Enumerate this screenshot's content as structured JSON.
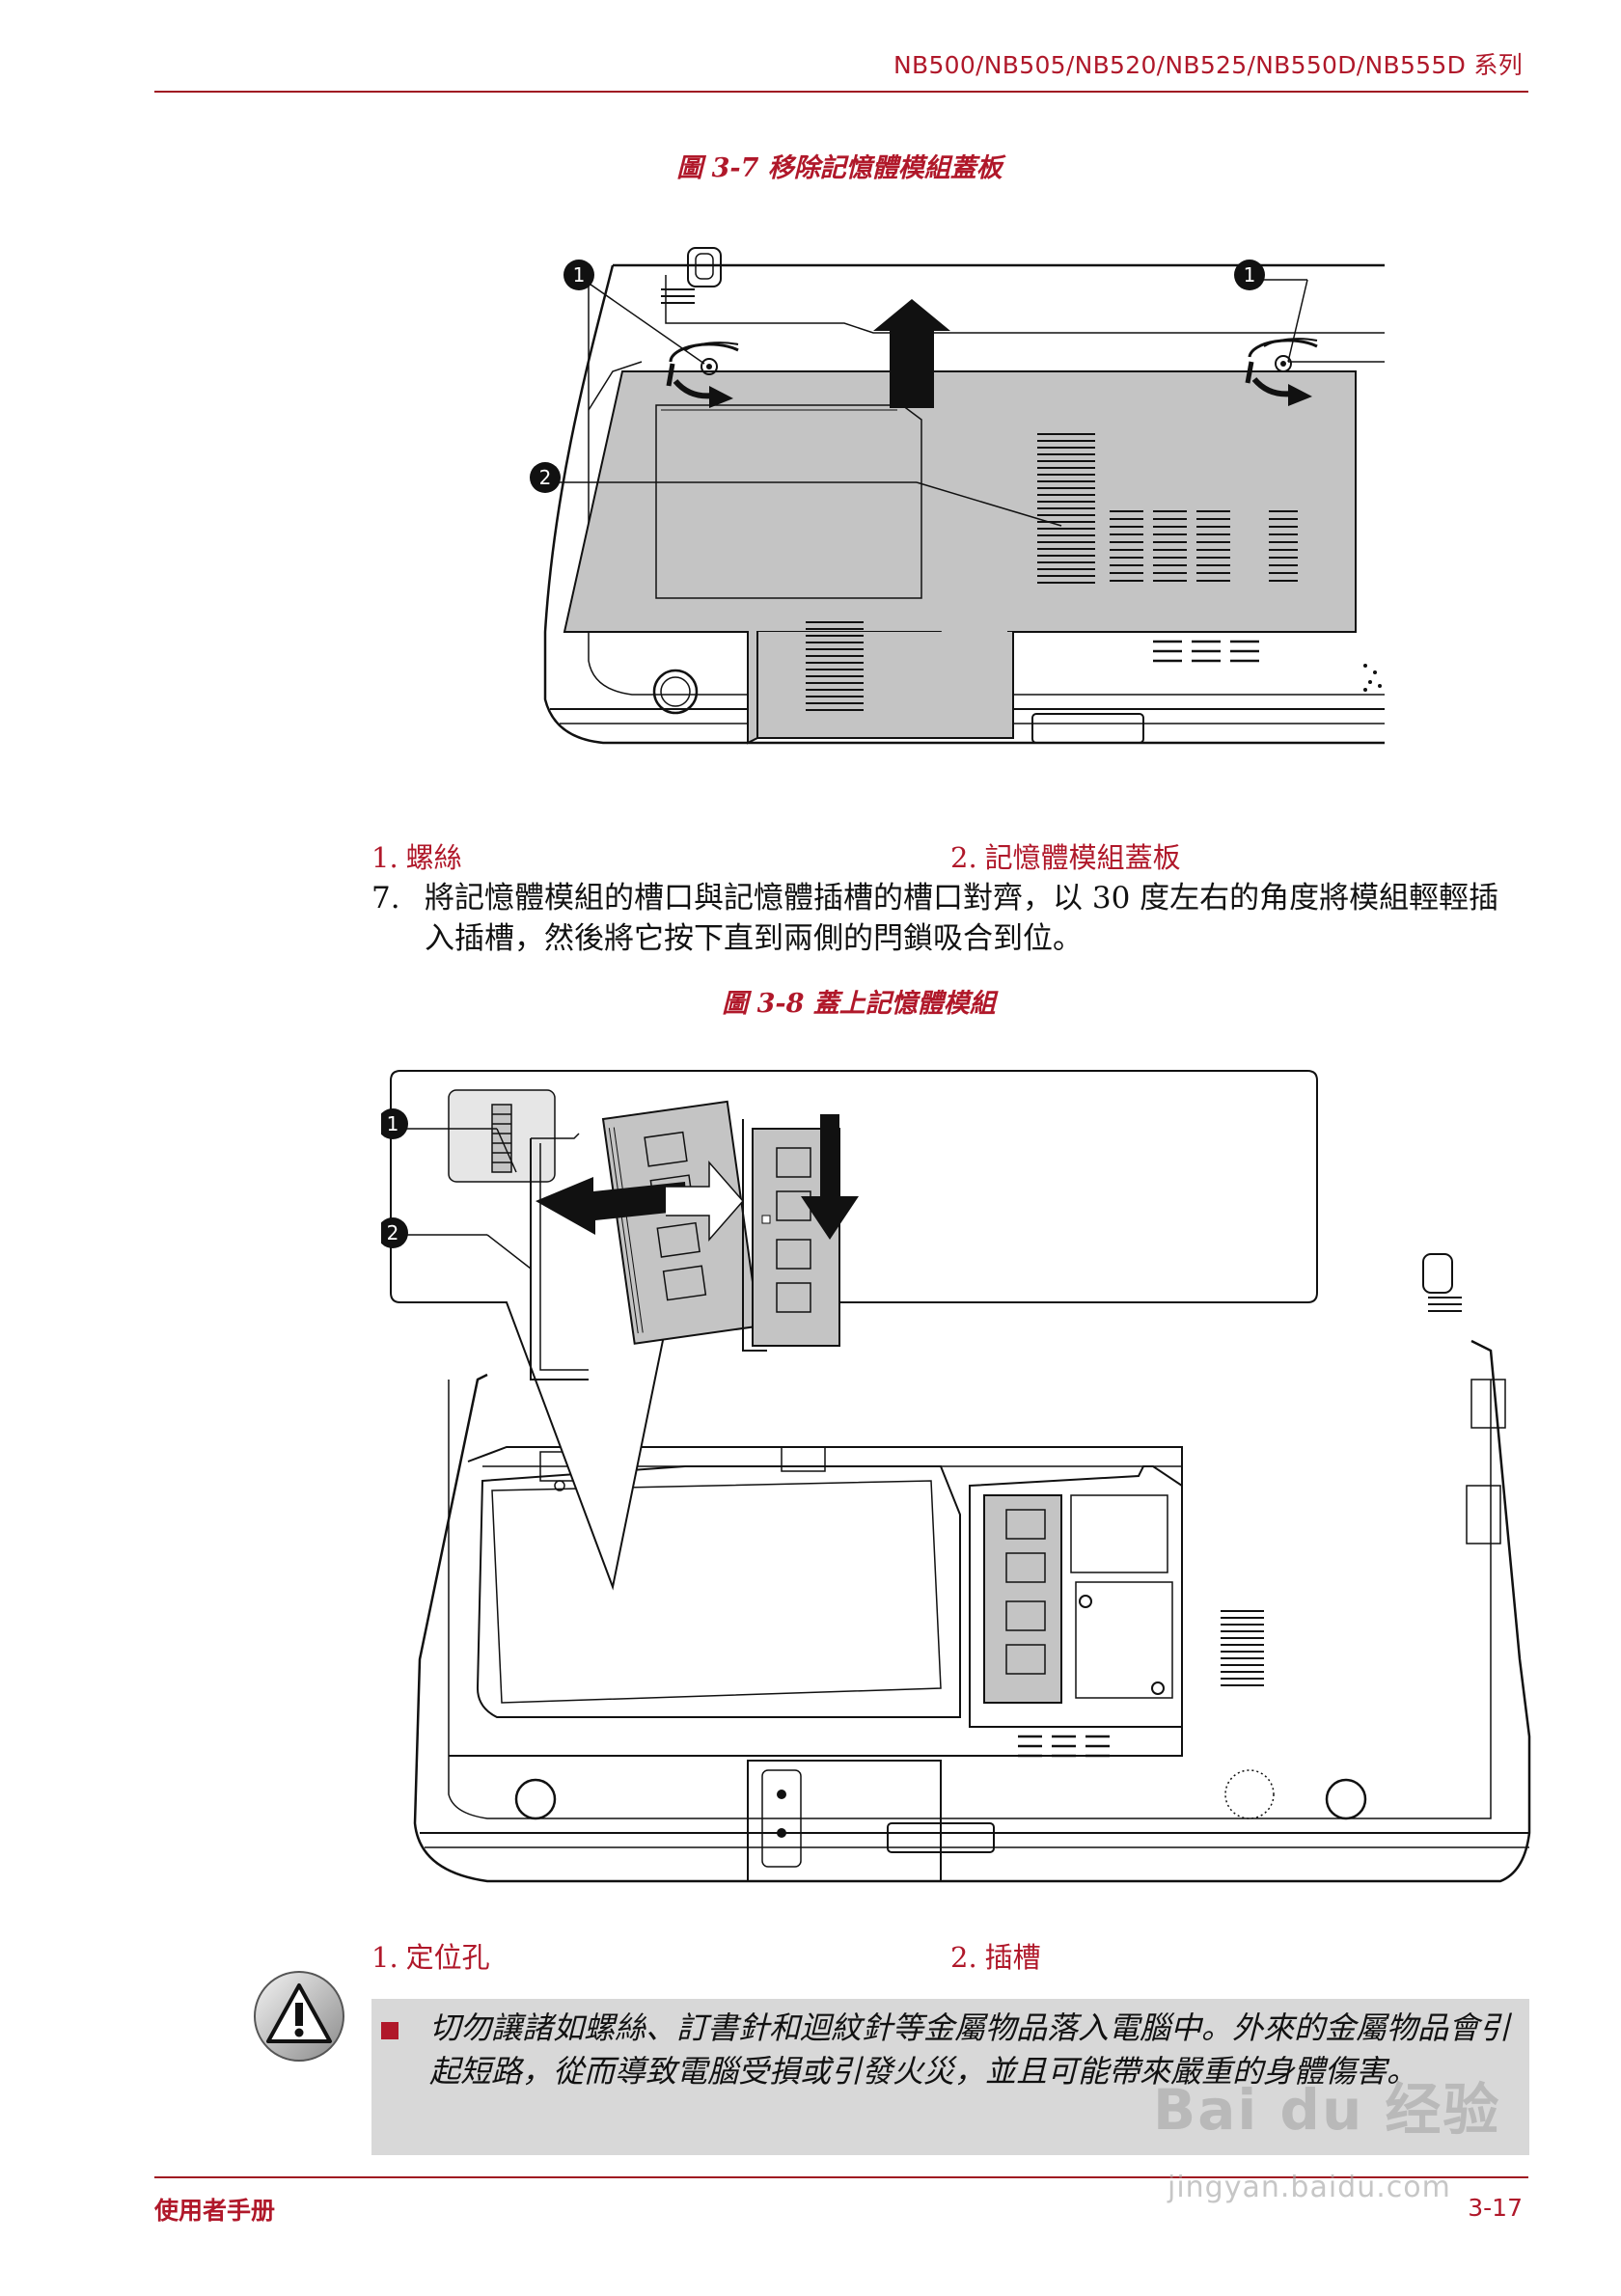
{
  "header": {
    "title": "NB500/NB505/NB520/NB525/NB550D/NB555D 系列"
  },
  "figure1": {
    "caption": "圖 3-7 移除記憶體模組蓋板",
    "callouts": [
      "1",
      "1",
      "2"
    ],
    "legend": [
      {
        "num": "1.",
        "text": "螺絲"
      },
      {
        "num": "2.",
        "text": "記憶體模組蓋板"
      }
    ]
  },
  "step7": {
    "num": "7.",
    "text": "將記憶體模組的槽口與記憶體插槽的槽口對齊，以 30 度左右的角度將模組輕輕插入插槽，然後將它按下直到兩側的閂鎖吸合到位。"
  },
  "figure2": {
    "caption": "圖 3-8 蓋上記憶體模組",
    "callouts": [
      "1",
      "2"
    ],
    "legend": [
      {
        "num": "1.",
        "text": "定位孔"
      },
      {
        "num": "2.",
        "text": "插槽"
      }
    ]
  },
  "warning": {
    "text": "切勿讓諸如螺絲、訂書針和迴紋針等金屬物品落入電腦中。外來的金屬物品會引起短路，從而導致電腦受損或引發火災，並且可能帶來嚴重的身體傷害。"
  },
  "footer": {
    "left": "使用者手册",
    "right": "3-17"
  },
  "watermark": {
    "logo": "Bai du 经验",
    "url": "jingyan.baidu.com"
  }
}
